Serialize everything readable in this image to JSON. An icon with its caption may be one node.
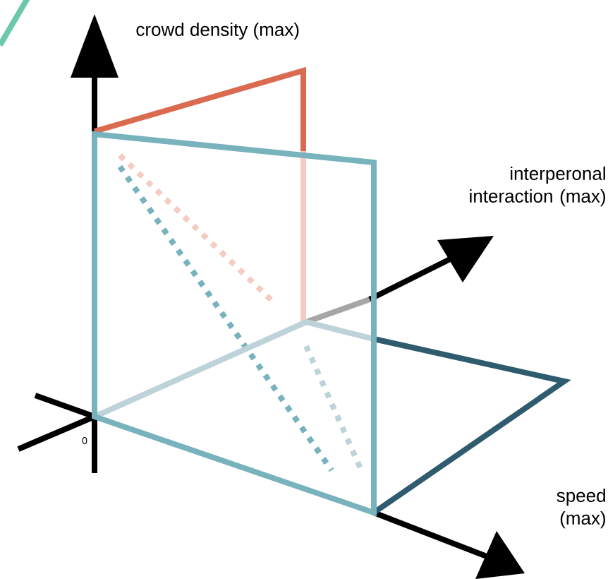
{
  "diagram": {
    "labels": [
      "crowd density (max)",
      "interperonal interaction (max)",
      "speed (max)",
      "0"
    ]
  }
}
